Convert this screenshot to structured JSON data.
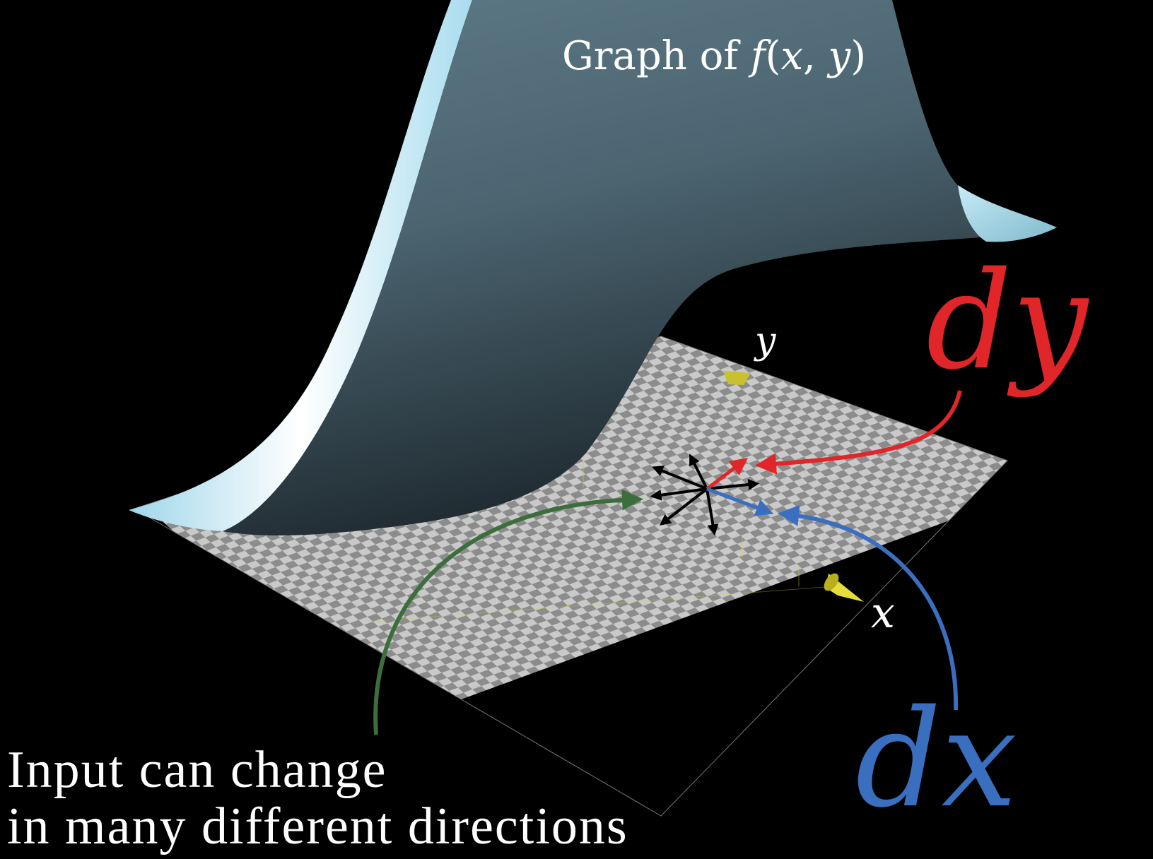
{
  "title": {
    "prefix": "Graph of ",
    "func": "f",
    "open": "(",
    "var1": "x",
    "comma": ", ",
    "var2": "y",
    "close": ")"
  },
  "axes": {
    "x_label": "x",
    "y_label": "y"
  },
  "labels": {
    "dy": "dy",
    "dx": "dx"
  },
  "caption": {
    "line1": "Input can change",
    "line2": "in many different directions"
  },
  "colors": {
    "background": "#000000",
    "surface_light": "#b8e4f2",
    "surface_dark": "#1c262c",
    "surface_mid": "#4b6470",
    "plane_light": "#c9c9c9",
    "plane_dark": "#8c8c8c",
    "axis_marker": "#d9d02a",
    "dy_color": "#e02628",
    "dx_color": "#3a6fc0",
    "input_arrow": "#3c6e3c",
    "direction_arrows": "#000000",
    "text": "#ffffff"
  }
}
